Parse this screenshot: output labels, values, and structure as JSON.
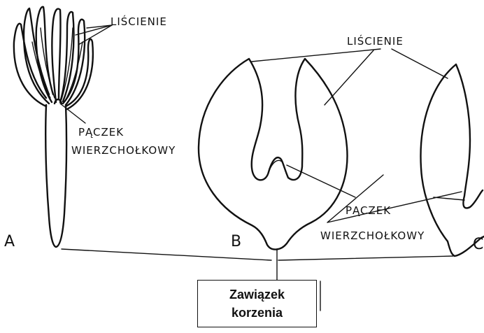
{
  "labels": {
    "a": "A",
    "b": "B",
    "c": "C",
    "cotyledons_a": "LIŚCIENIE",
    "cotyledons_bc": "LIŚCIENIE",
    "bud_a_line1": "PĄCZEK",
    "bud_a_line2": "WIERZCHOŁKOWY",
    "bud_bc_line1": "PĄCZEK",
    "bud_bc_line2": "WIERZCHOŁKOWY"
  },
  "root_box": {
    "line1": "Zawiązek",
    "line2": "korzenia"
  }
}
